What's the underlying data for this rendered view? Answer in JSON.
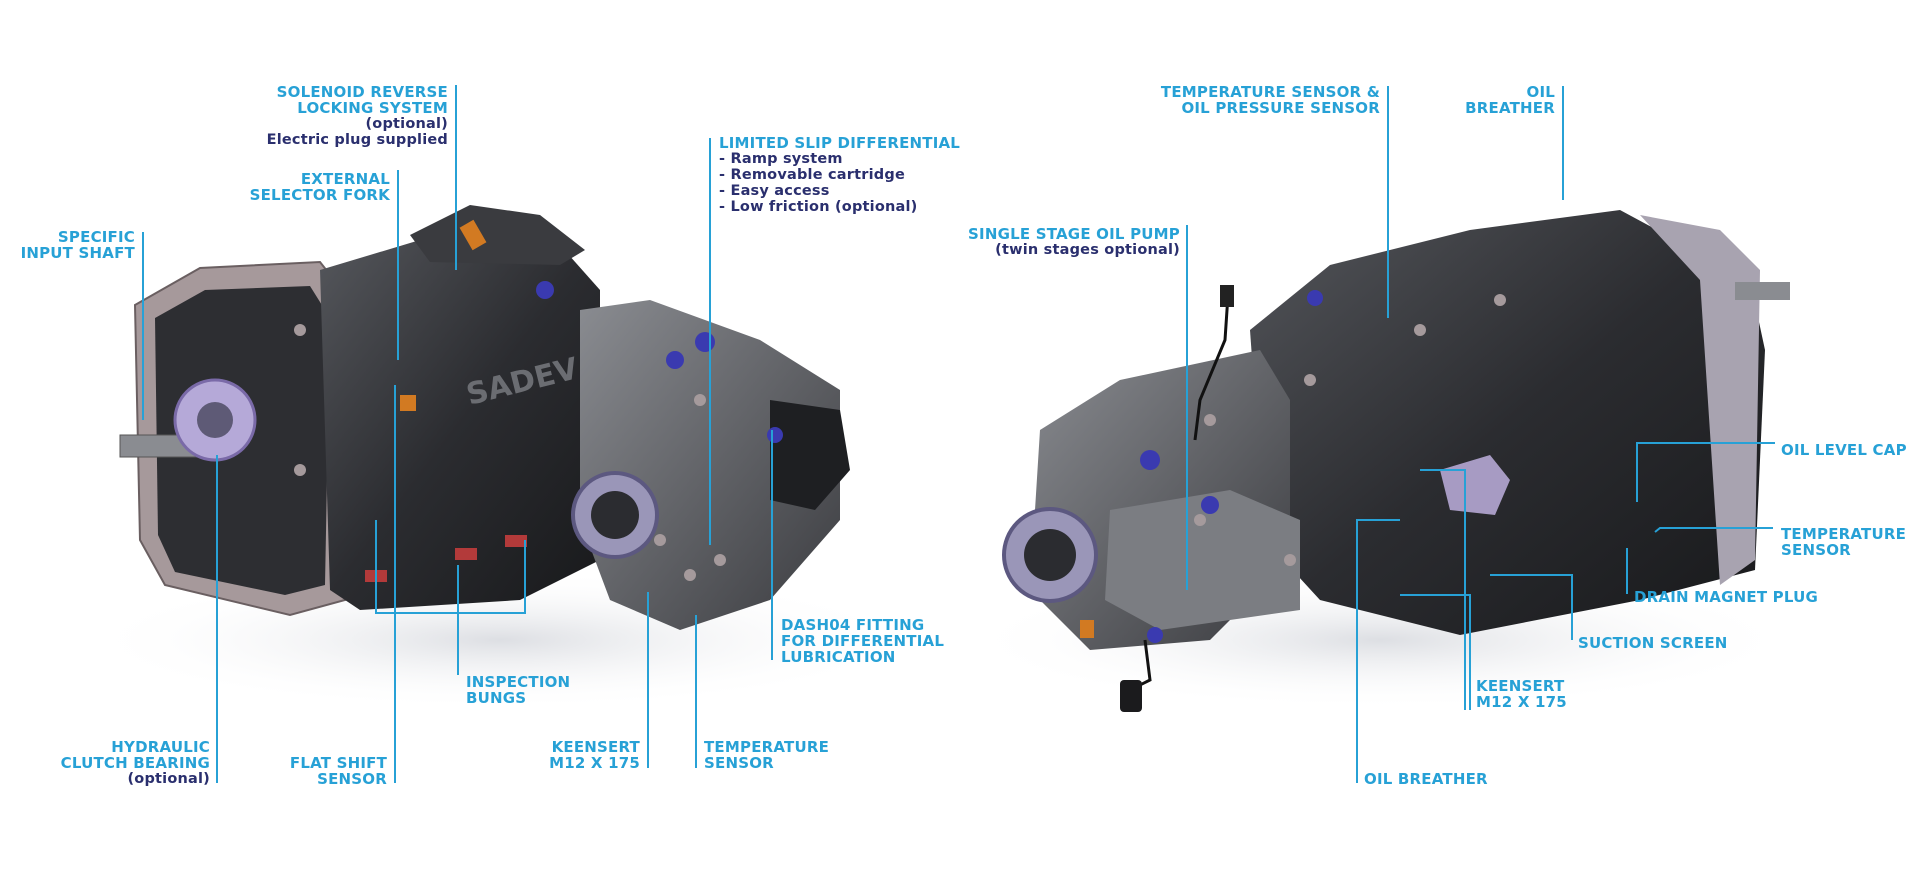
{
  "colors": {
    "label": "#27a1d6",
    "sublabel": "#2a2f6e",
    "leader": "#27a1d6"
  },
  "brand": {
    "casting_text": "SADEV"
  },
  "left_gearbox": {
    "solenoid": {
      "lines": [
        "SOLENOID REVERSE",
        "LOCKING SYSTEM"
      ],
      "optional": "(optional)",
      "note": "Electric plug supplied"
    },
    "selector_fork": {
      "lines": [
        "EXTERNAL",
        "SELECTOR FORK"
      ]
    },
    "input_shaft": {
      "lines": [
        "SPECIFIC",
        "INPUT SHAFT"
      ]
    },
    "lsd": {
      "title": "LIMITED SLIP DIFFERENTIAL",
      "items": [
        "- Ramp system",
        "- Removable cartridge",
        "- Easy access",
        "- Low friction (optional)"
      ]
    },
    "dash04": {
      "lines": [
        "DASH04 FITTING",
        "FOR DIFFERENTIAL",
        "LUBRICATION"
      ]
    },
    "inspection": {
      "lines": [
        "INSPECTION",
        "BUNGS"
      ]
    },
    "clutch": {
      "lines": [
        "HYDRAULIC",
        "CLUTCH BEARING"
      ],
      "optional": "(optional)"
    },
    "flat_shift": {
      "lines": [
        "FLAT SHIFT",
        "SENSOR"
      ]
    },
    "keensert": {
      "lines": [
        "KEENSERT",
        "M12 X 175"
      ]
    },
    "temp_sensor": {
      "lines": [
        "TEMPERATURE",
        "SENSOR"
      ]
    }
  },
  "right_gearbox": {
    "temp_pressure": {
      "lines": [
        "TEMPERATURE SENSOR &",
        "OIL PRESSURE SENSOR"
      ]
    },
    "oil_breather_top": {
      "lines": [
        "OIL",
        "BREATHER"
      ]
    },
    "oil_pump": {
      "title": "SINGLE STAGE OIL PUMP",
      "note": "(twin stages optional)"
    },
    "oil_level": {
      "lines": [
        "OIL LEVEL CAP"
      ]
    },
    "temp_sensor": {
      "lines": [
        "TEMPERATURE",
        "SENSOR"
      ]
    },
    "drain": {
      "lines": [
        "DRAIN MAGNET PLUG"
      ]
    },
    "suction": {
      "lines": [
        "SUCTION SCREEN"
      ]
    },
    "keensert": {
      "lines": [
        "KEENSERT",
        "M12 X 175"
      ]
    },
    "oil_breather_bottom": {
      "lines": [
        "OIL BREATHER"
      ]
    }
  }
}
